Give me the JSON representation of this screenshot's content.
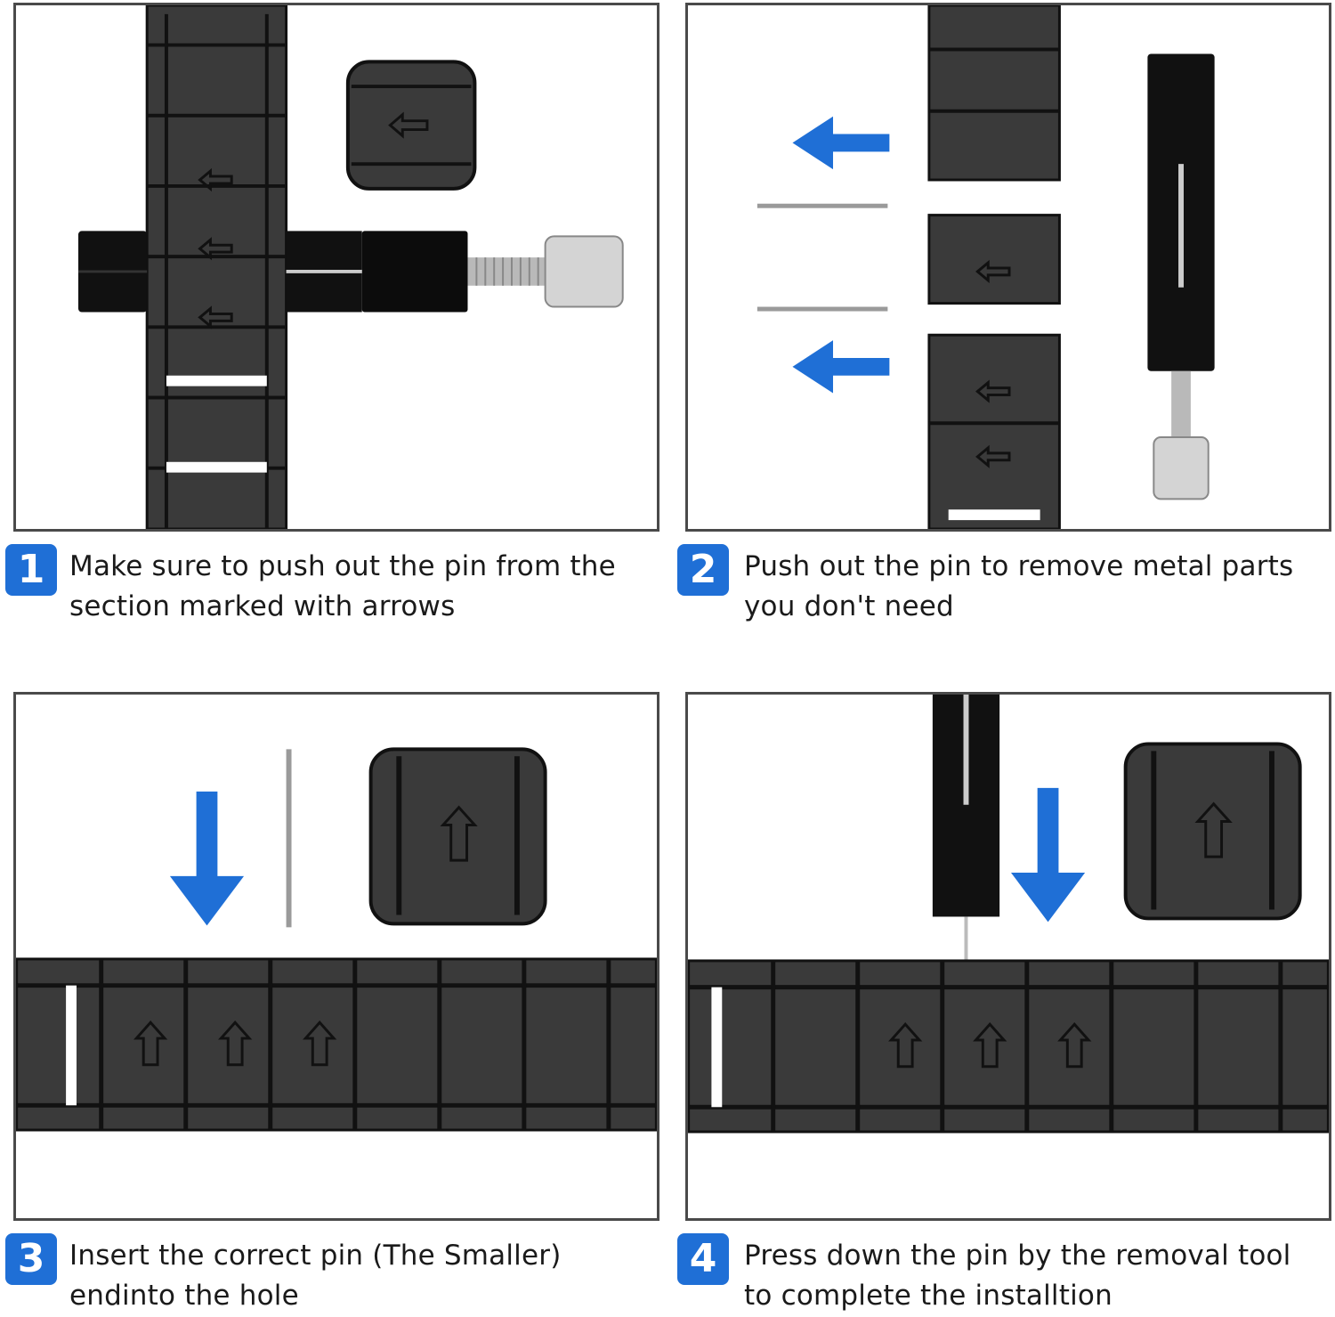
{
  "steps": [
    {
      "number": "1",
      "line1": "Make sure to push out the pin from the",
      "line2": "section marked with arrows"
    },
    {
      "number": "2",
      "line1": "Push out the pin to remove metal parts",
      "line2": "you don't need"
    },
    {
      "number": "3",
      "line1": "Insert the correct pin (The Smaller)",
      "line2": "endinto the hole"
    },
    {
      "number": "4",
      "line1": "Press down the pin by the removal tool",
      "line2": "to complete the installtion"
    }
  ],
  "colors": {
    "badge": "#1f6fd6",
    "arrow_blue": "#1f6fd6",
    "metal_dark": "#3a3a3a",
    "tool_black": "#111111",
    "border": "#4a4a4a"
  }
}
